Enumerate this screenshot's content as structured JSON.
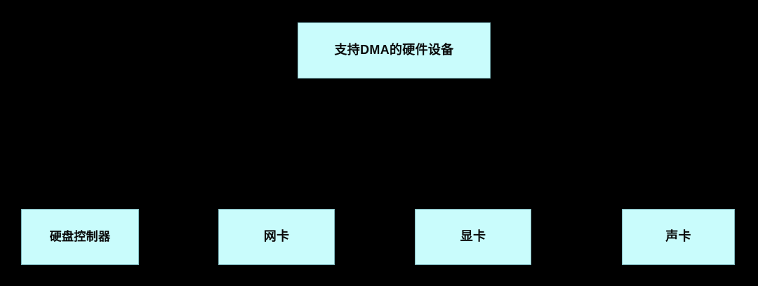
{
  "diagram": {
    "title": "支持DMA的硬件设备",
    "background_color": "#000000",
    "node_fill_color": "#c9fcfc",
    "node_border_color": "#7fb8bd",
    "node_text_color": "#0a0a0a",
    "connector_color": "#000000",
    "root": {
      "id": "root",
      "label": "支持DMA的硬件设备"
    },
    "children": [
      {
        "id": "leaf-0",
        "label": "硬盘控制器"
      },
      {
        "id": "leaf-1",
        "label": "网卡"
      },
      {
        "id": "leaf-2",
        "label": "显卡"
      },
      {
        "id": "leaf-3",
        "label": "声卡"
      }
    ]
  }
}
